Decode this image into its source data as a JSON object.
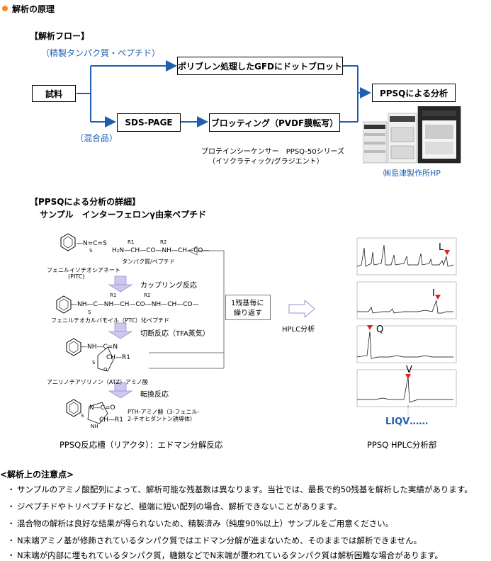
{
  "section_title": "解析の原理",
  "flow": {
    "heading": "【解析フロー】",
    "purified_label": "（精製タンパク質・ペプチド）",
    "mixture_label": "（混合品）",
    "sample_box": "試料",
    "gfd_box": "ポリブレン処理したGFDにドットブロット",
    "sds_box": "SDS-PAGE",
    "blot_box": "ブロッティング（PVDF膜転写）",
    "ppsq_box": "PPSQによる分析",
    "sequencer_line1": "プロテインシーケンサー　PPSQ-50シリーズ",
    "sequencer_line2": "（イソクラティック/グラジエント）",
    "credit": "㈱島津製作所HP"
  },
  "detail": {
    "heading": "【PPSQによる分析の詳細】",
    "subheading": "サンプル　インターフェロンγ由来ペプチド",
    "pitc_label": "フェニルイソチオシアネート",
    "pitc_abbr": "(PITC)",
    "protein_label": "タンパク質/ペプチド",
    "coupling": "カップリング反応",
    "ptc_label": "フェニルチオカルバモイル（PTC）化ペプチド",
    "cleavage": "切断反応（TFA蒸気）",
    "atz_label": "アニリノチアゾリノン（ATZ）アミノ酸",
    "conversion": "転換反応",
    "pth_label_1": "PTH-アミノ酸（3-フェニル-",
    "pth_label_2": "2-チオヒダントン誘導体）",
    "repeat_line1": "1残基毎に",
    "repeat_line2": "繰り返す",
    "hplc_label": "HPLC分析",
    "reactor_caption": "PPSQ反応槽（リアクタ）：エドマン分解反応",
    "hplc_caption": "PPSQ HPLC分析部",
    "sequence_result": "LIQV……",
    "peaks": [
      "L",
      "I",
      "Q",
      "V"
    ],
    "chem": {
      "n": "N",
      "c": "C",
      "s": "S",
      "o": "O",
      "h": "H",
      "r1": "R1",
      "r2": "R2",
      "pitc_chain": "—N=C=S",
      "peptide_chain": "H₂N—CH—CO—NH—CH—CO—",
      "ptc_chain": "—NH—C—NH—CH—CO—NH—CH—CO—",
      "atz_chain": "—NH—C=N",
      "atz_ring": "CH—R1",
      "pth_ring": "N—C=O",
      "pth_r": "CH—R1",
      "pth_nh": "NH"
    }
  },
  "notes": {
    "heading": "<解析上の注意点>",
    "items": [
      "サンプルのアミノ酸配列によって、解析可能な残基数は異なります。当社では、最長で約50残基を解析した実績があります。",
      "ジペプチドやトリペプチドなど、極端に短い配列の場合、解析できないことがあります。",
      "混合物の解析は良好な結果が得られないため、精製済み（純度90%以上）サンプルをご用意ください。",
      "N末端アミノ基が修飾されているタンパク質ではエドマン分解が進まないため、そのままでは解析できません。",
      "N末端が内部に埋もれているタンパク質，糖鎖などでN末端が覆われているタンパク質は解析困難な場合があります。"
    ]
  },
  "colors": {
    "accent_orange": "#f28c1c",
    "flow_blue": "#1f5fb0",
    "peak_red": "#e02020",
    "arrow_lavender": "#b8b0e0"
  }
}
